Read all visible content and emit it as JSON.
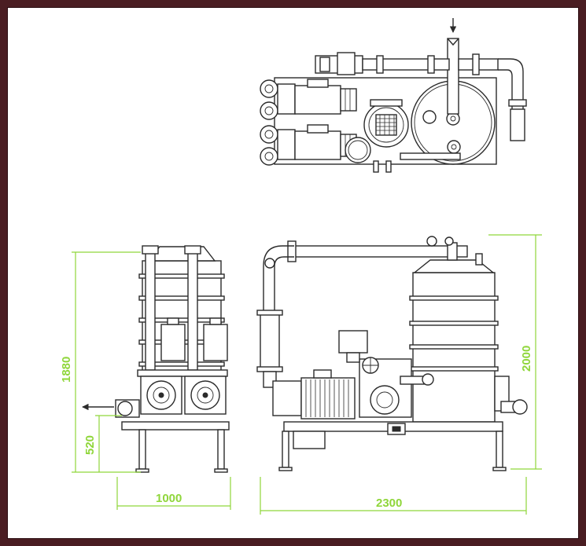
{
  "colors": {
    "frame": "#4a1d22",
    "paper": "#ffffff",
    "line": "#2b2b2b",
    "dimension": "#8fd63a"
  },
  "dimensions": {
    "front_height": "1880",
    "front_base_height": "520",
    "front_width": "1000",
    "side_width": "2300",
    "side_height": "2000"
  }
}
